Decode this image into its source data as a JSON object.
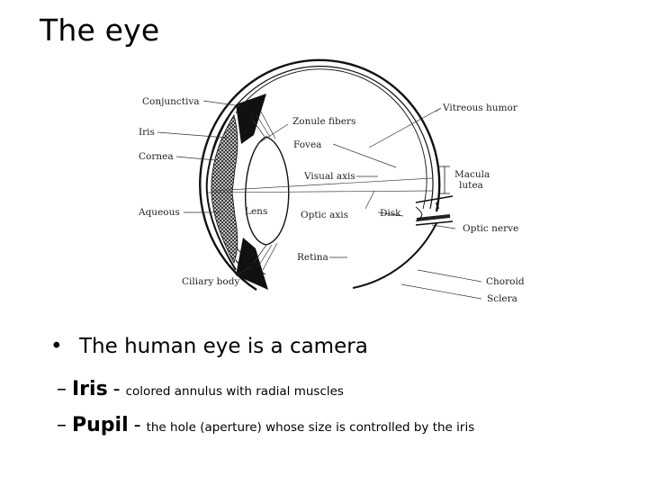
{
  "title": "The eye",
  "diagram": {
    "labels": {
      "conjunctiva": "Conjunctiva",
      "iris": "Iris",
      "cornea": "Cornea",
      "aqueous": "Aqueous",
      "ciliary_body": "Ciliary body",
      "zonule_fibers": "Zonule fibers",
      "fovea": "Fovea",
      "visual_axis": "Visual axis",
      "lens": "Lens",
      "optic_axis": "Optic axis",
      "disk": "Disk",
      "retina": "Retina",
      "vitreous_humor": "Vitreous humor",
      "macula": "Macula",
      "lutea": "lutea",
      "optic_nerve": "Optic nerve",
      "choroid": "Choroid",
      "sclera": "Sclera"
    }
  },
  "bullets": {
    "main": "The human eye is a camera",
    "items": [
      {
        "dash": "–",
        "term": "Iris",
        "sep": "-",
        "desc": "colored annulus with radial muscles"
      },
      {
        "dash": "–",
        "term": "Pupil",
        "sep": "-",
        "desc": "the hole (aperture) whose size is controlled by the iris"
      }
    ]
  }
}
